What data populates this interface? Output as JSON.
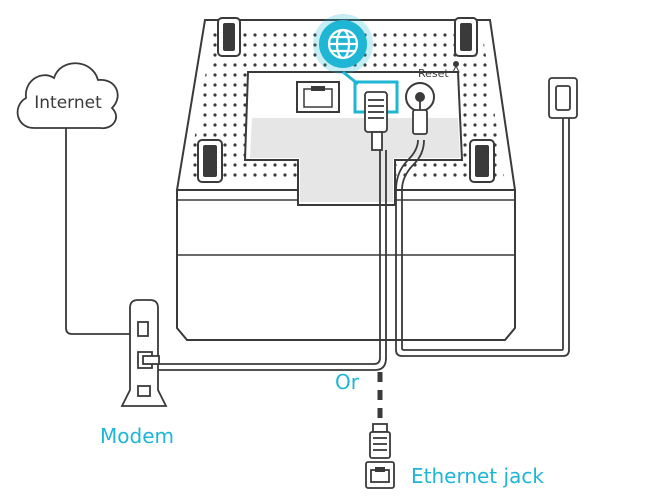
{
  "labels": {
    "internet": "Internet",
    "reset": "Reset",
    "or": "Or",
    "modem": "Modem",
    "ethernet_jack": "Ethernet jack"
  },
  "colors": {
    "accent": "#1fb6d6",
    "line": "#3a3a3a",
    "shade": "#e6e6e6"
  },
  "icons": {
    "highlight": "globe-icon"
  }
}
